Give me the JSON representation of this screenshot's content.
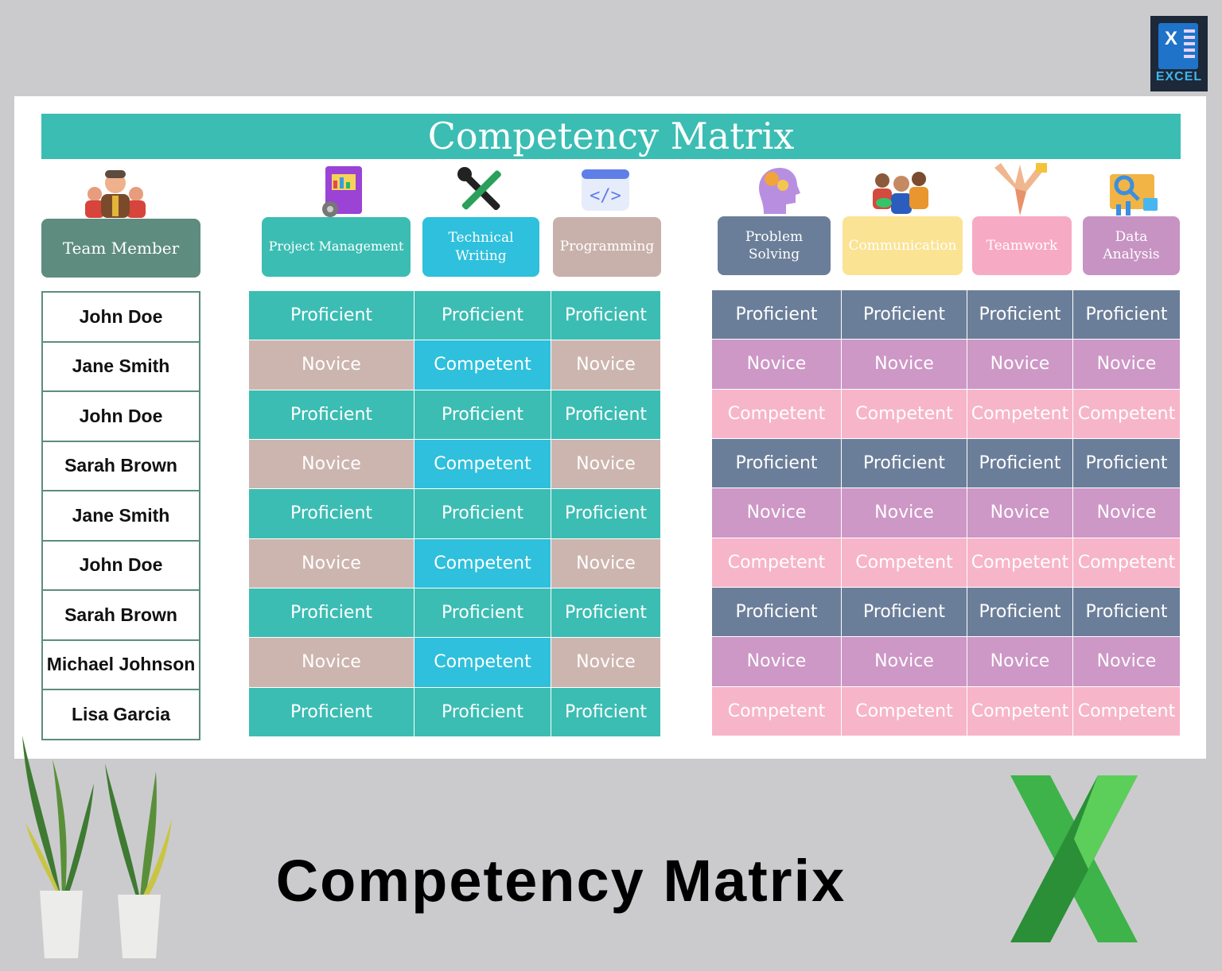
{
  "title": "Competency Matrix",
  "bottom_title": "Competency Matrix",
  "excel_badge_label": "EXCEL",
  "excel_badge_letter": "X",
  "team_member_header": "Team Member",
  "skills_left": [
    {
      "label": "Project Management",
      "icon": "document-chart-icon",
      "color": "#3bbdb3"
    },
    {
      "label": "Technical Writing",
      "icon": "tools-icon",
      "color": "#2ec0dc"
    },
    {
      "label": "Programming",
      "icon": "code-window-icon",
      "color": "#c9b1ab"
    }
  ],
  "skills_right": [
    {
      "label": "Problem Solving",
      "icon": "head-gears-icon",
      "color": "#6b7e99"
    },
    {
      "label": "Communication",
      "icon": "people-chat-icon",
      "color": "#fbe394"
    },
    {
      "label": "Teamwork",
      "icon": "hands-together-icon",
      "color": "#f7aac4"
    },
    {
      "label": "Data Analysis",
      "icon": "analytics-board-icon",
      "color": "#c793c3"
    }
  ],
  "members": [
    "John Doe",
    "Jane Smith",
    "John Doe",
    "Sarah Brown",
    "Jane Smith",
    "John Doe",
    "Sarah Brown",
    "Michael Johnson",
    "Lisa Garcia"
  ],
  "left_matrix": [
    [
      "Proficient",
      "Proficient",
      "Proficient"
    ],
    [
      "Novice",
      "Competent",
      "Novice"
    ],
    [
      "Proficient",
      "Proficient",
      "Proficient"
    ],
    [
      "Novice",
      "Competent",
      "Novice"
    ],
    [
      "Proficient",
      "Proficient",
      "Proficient"
    ],
    [
      "Novice",
      "Competent",
      "Novice"
    ],
    [
      "Proficient",
      "Proficient",
      "Proficient"
    ],
    [
      "Novice",
      "Competent",
      "Novice"
    ],
    [
      "Proficient",
      "Proficient",
      "Proficient"
    ]
  ],
  "right_matrix": [
    [
      "Proficient",
      "Proficient",
      "Proficient",
      "Proficient"
    ],
    [
      "Novice",
      "Novice",
      "Novice",
      "Novice"
    ],
    [
      "Competent",
      "Competent",
      "Competent",
      "Competent"
    ],
    [
      "Proficient",
      "Proficient",
      "Proficient",
      "Proficient"
    ],
    [
      "Novice",
      "Novice",
      "Novice",
      "Novice"
    ],
    [
      "Competent",
      "Competent",
      "Competent",
      "Competent"
    ],
    [
      "Proficient",
      "Proficient",
      "Proficient",
      "Proficient"
    ],
    [
      "Novice",
      "Novice",
      "Novice",
      "Novice"
    ],
    [
      "Competent",
      "Competent",
      "Competent",
      "Competent"
    ]
  ],
  "colors": {
    "title_bar": "#3bbdb3",
    "team_header": "#5e8c7e",
    "left_proficient": "#3bbdb3",
    "left_novice": "#cdb5af",
    "left_competent": "#2ec0dc",
    "right_proficient": "#6b7e99",
    "right_novice": "#cd97c6",
    "right_competent": "#f7b5ca"
  }
}
